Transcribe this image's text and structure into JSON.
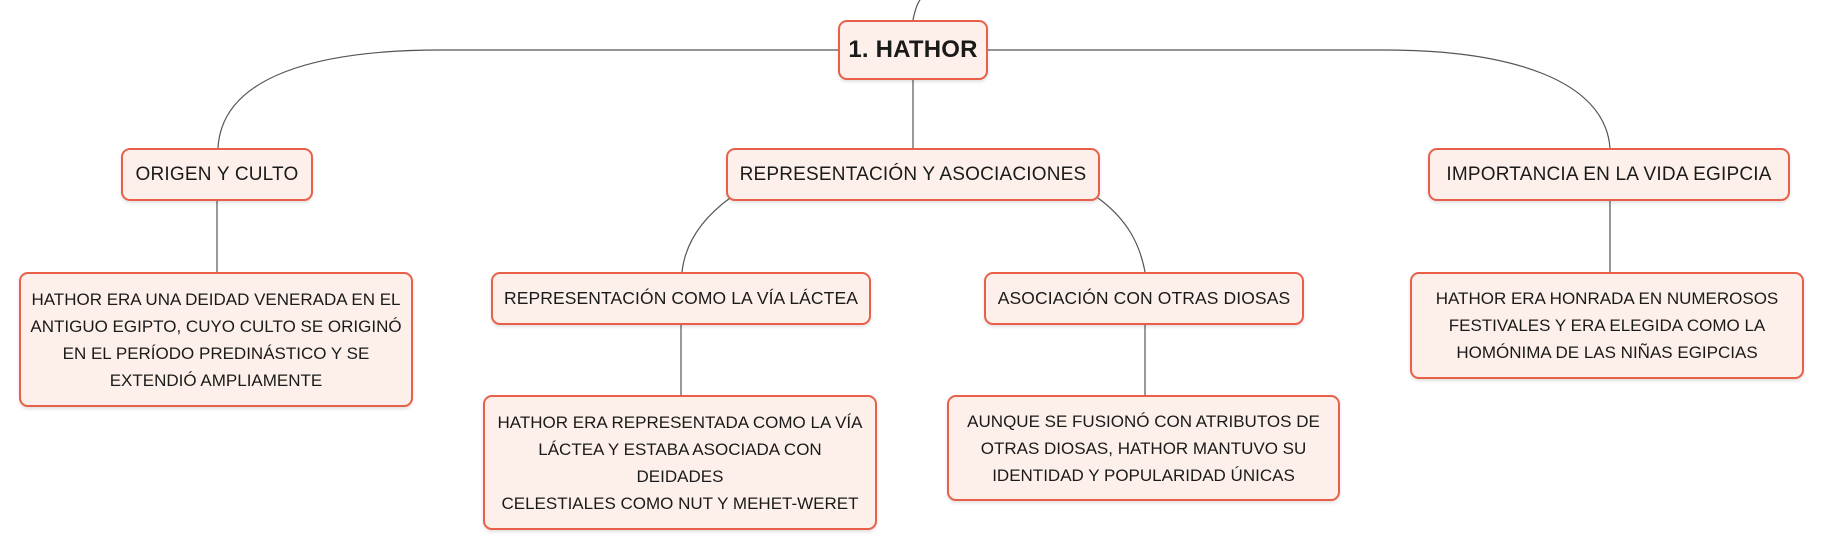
{
  "diagram": {
    "root": {
      "label": "1. HATHOR"
    },
    "topics": [
      {
        "label": "ORIGEN Y CULTO"
      },
      {
        "label": "REPRESENTACIÓN Y ASOCIACIONES"
      },
      {
        "label": "IMPORTANCIA EN LA VIDA EGIPCIA"
      }
    ],
    "subtopics": [
      {
        "label": "REPRESENTACIÓN COMO LA VÍA LÁCTEA"
      },
      {
        "label": "ASOCIACIÓN CON OTRAS DIOSAS"
      }
    ],
    "details": [
      {
        "lines": [
          "HATHOR ERA UNA DEIDAD VENERADA EN EL",
          "ANTIGUO EGIPTO, CUYO CULTO SE ORIGINÓ",
          "EN EL PERÍODO PREDINÁSTICO Y SE",
          "EXTENDIÓ AMPLIAMENTE"
        ]
      },
      {
        "lines": [
          "HATHOR ERA REPRESENTADA COMO LA VÍA",
          "LÁCTEA Y ESTABA ASOCIADA CON DEIDADES",
          "CELESTIALES COMO NUT Y MEHET-WERET"
        ]
      },
      {
        "lines": [
          "AUNQUE SE FUSIONÓ CON ATRIBUTOS DE",
          "OTRAS DIOSAS, HATHOR MANTUVO SU",
          "IDENTIDAD Y POPULARIDAD ÚNICAS"
        ]
      },
      {
        "lines": [
          "HATHOR ERA HONRADA EN NUMEROSOS",
          "FESTIVALES Y ERA ELEGIDA COMO LA",
          "HOMÓNIMA DE LAS NIÑAS EGIPCIAS"
        ]
      }
    ],
    "colors": {
      "node_border": "#e8604a",
      "node_fill": "#fdf0ea",
      "connector": "#555555",
      "text": "#1a1a1a"
    }
  }
}
